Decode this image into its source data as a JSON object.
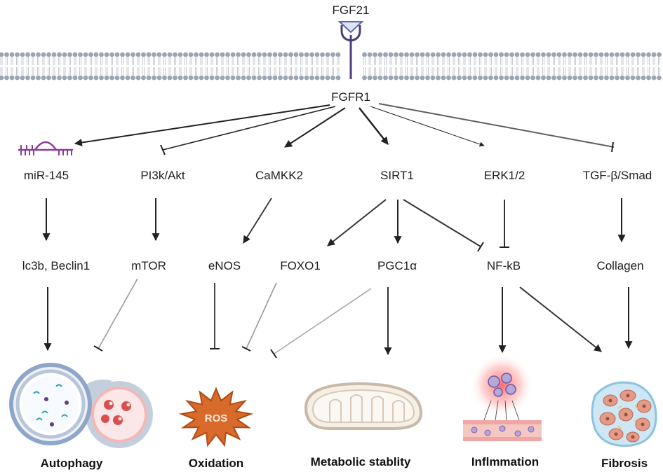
{
  "ligand": {
    "label": "FGF21"
  },
  "receptor": {
    "label": "FGFR1"
  },
  "mediators": [
    {
      "label": "miR-145"
    },
    {
      "label": "PI3k/Akt"
    },
    {
      "label": "CaMKK2"
    },
    {
      "label": "SIRT1"
    },
    {
      "label": "ERK1/2"
    },
    {
      "label": "TGF-β/Smad"
    }
  ],
  "targets": [
    {
      "label": "lc3b, Beclin1"
    },
    {
      "label": "mTOR"
    },
    {
      "label": "eNOS"
    },
    {
      "label": "FOXO1"
    },
    {
      "label": "PGC1α"
    },
    {
      "label": "NF-kB"
    },
    {
      "label": "Collagen"
    }
  ],
  "outcomes": [
    {
      "label": "Autophagy"
    },
    {
      "label": "Oxidation"
    },
    {
      "label": "Metabolic stablity"
    },
    {
      "label": "Inflmmation"
    },
    {
      "label": "Fibrosis"
    }
  ],
  "ros_label": "ROS",
  "colors": {
    "membrane_head": "#9aa5b4",
    "receptor": "#4b3d7a",
    "ligand": "#6f7fc4",
    "mirna": "#8a3d9c",
    "autophagy_ring": "#8fa6c8",
    "autophagy_red": "#e8898a",
    "ros_fill": "#d86a2c",
    "mito_fill": "#f6efe6",
    "mito_stroke": "#c9b9a6",
    "inflam_glow": "#ff7b7b",
    "fibrosis_cell": "#e39a86",
    "fibrosis_matrix": "#b9dcef"
  }
}
